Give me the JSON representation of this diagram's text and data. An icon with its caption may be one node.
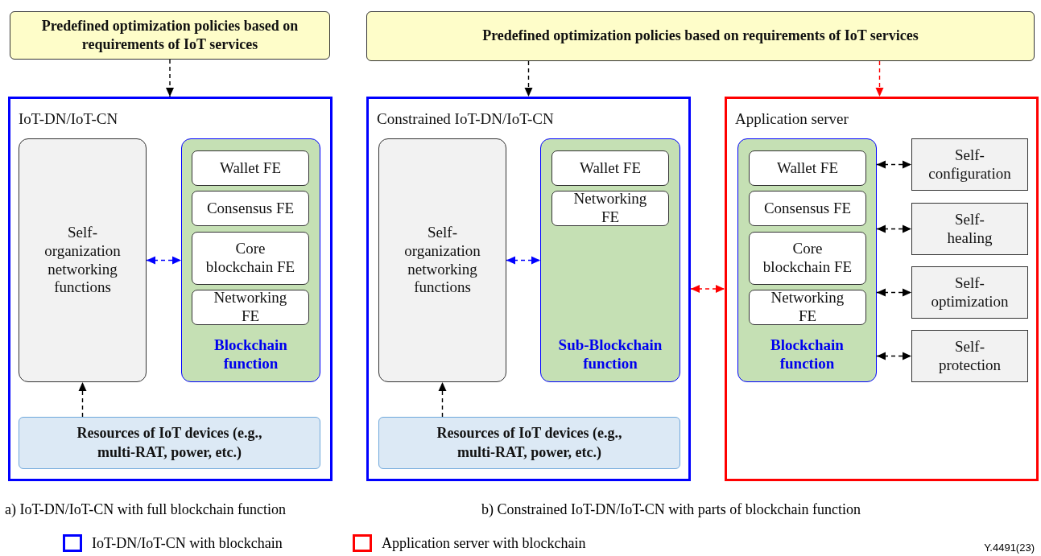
{
  "diagram": {
    "nodes": [
      {
        "text": [
          "Predefined optimization policies based on requirements of IoT services"
        ]
      },
      {
        "text": [
          "Predefined optimization policies based on requirements of IoT services"
        ]
      },
      {
        "text": [
          "IoT-DN/IoT-CN"
        ]
      },
      {
        "text": [
          "Self-organization networking functions"
        ],
        "in": 2
      },
      {
        "text": [
          "Blockchain function"
        ],
        "in": 2
      },
      {
        "text": [
          "Wallet FE"
        ],
        "in": 4
      },
      {
        "text": [
          "Consensus FE"
        ],
        "in": 4
      },
      {
        "text": [
          "Core blockchain FE"
        ],
        "in": 4
      },
      {
        "text": [
          "Networking FE"
        ],
        "in": 4
      },
      {
        "text": [
          "Resources of IoT devices (e.g., multi-RAT, power, etc.)"
        ],
        "in": 2
      },
      {
        "text": [
          "Constrained IoT-DN/IoT-CN"
        ]
      },
      {
        "text": [
          "Self-organization networking functions"
        ],
        "in": 10
      },
      {
        "text": [
          "Sub-Blockchain function"
        ],
        "in": 10
      },
      {
        "text": [
          "Wallet FE"
        ],
        "in": 12
      },
      {
        "text": [
          "Networking FE"
        ],
        "in": 12
      },
      {
        "text": [
          "Resources of IoT devices (e.g., multi-RAT, power, etc.)"
        ],
        "in": 10
      },
      {
        "text": [
          "Application server"
        ]
      },
      {
        "text": [
          "Blockchain function"
        ],
        "in": 16
      },
      {
        "text": [
          "Wallet FE"
        ],
        "in": 17
      },
      {
        "text": [
          "Consensus FE"
        ],
        "in": 17
      },
      {
        "text": [
          "Core blockchain FE"
        ],
        "in": 17
      },
      {
        "text": [
          "Networking FE"
        ],
        "in": 17
      },
      {
        "text": [
          "Self-configuration"
        ],
        "in": 16
      },
      {
        "text": [
          "Self-healing"
        ],
        "in": 16
      },
      {
        "text": [
          "Self-optimization"
        ],
        "in": 16
      },
      {
        "text": [
          "Self-protection"
        ],
        "in": 16
      }
    ],
    "edges": [
      {
        "from": 0,
        "to": 2,
        "arrow": "to",
        "style": "dashed"
      },
      {
        "from": 1,
        "to": 10,
        "arrow": "to",
        "style": "dashed"
      },
      {
        "from": 1,
        "to": 16,
        "arrow": "to",
        "style": "dashed",
        "color": "#ff0000"
      },
      {
        "from": 3,
        "to": 4,
        "arrow": "both",
        "style": "dashed",
        "color": "#0000ff"
      },
      {
        "from": 9,
        "to": 3,
        "arrow": "to",
        "style": "dashed"
      },
      {
        "from": 11,
        "to": 12,
        "arrow": "both",
        "style": "dashed",
        "color": "#0000ff"
      },
      {
        "from": 15,
        "to": 11,
        "arrow": "to",
        "style": "dashed"
      },
      {
        "from": 10,
        "to": 16,
        "arrow": "both",
        "style": "dashed",
        "color": "#ff0000"
      },
      {
        "from": 17,
        "to": 22,
        "arrow": "both",
        "style": "dashed"
      },
      {
        "from": 17,
        "to": 23,
        "arrow": "both",
        "style": "dashed"
      },
      {
        "from": 17,
        "to": 24,
        "arrow": "both",
        "style": "dashed"
      },
      {
        "from": 17,
        "to": 25,
        "arrow": "both",
        "style": "dashed"
      }
    ],
    "labels": [
      "a) IoT-DN/IoT-CN with full blockchain function",
      "b) Constrained IoT-DN/IoT-CN with parts of blockchain function",
      "Y.4491(23)"
    ],
    "legend": [
      {
        "text": "IoT-DN/IoT-CN with blockchain",
        "color": "#0000ff"
      },
      {
        "text": "Application server with blockchain",
        "color": "#ff0000"
      }
    ]
  }
}
